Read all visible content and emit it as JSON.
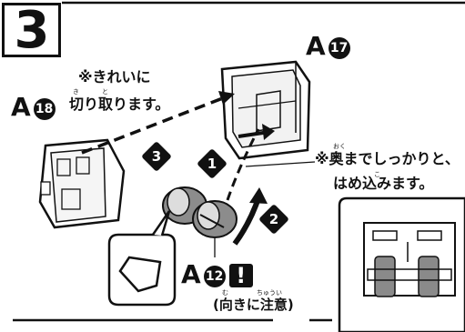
{
  "step": {
    "number": "3"
  },
  "callouts": {
    "top_right_part": {
      "letter": "A",
      "number": "17"
    },
    "left_part": {
      "letter": "A",
      "number": "18"
    },
    "bottom_part": {
      "letter": "A",
      "number": "12"
    }
  },
  "notes": {
    "cut_note_line1": "※きれいに",
    "cut_note_line2": "切り取ります。",
    "cut_note_ruby_1": "き",
    "cut_note_ruby_2": "と",
    "press_note_line1": "※奥までしっかりと、",
    "press_note_line2": "はめ込みます。",
    "press_note_ruby_1": "おく",
    "press_note_ruby_2": "こ",
    "caution_mark": "!",
    "caution_text": "(向きに注意)",
    "caution_ruby_1": "む",
    "caution_ruby_2": "ちゅうい"
  },
  "sequence_steps": [
    "1",
    "2",
    "3"
  ]
}
